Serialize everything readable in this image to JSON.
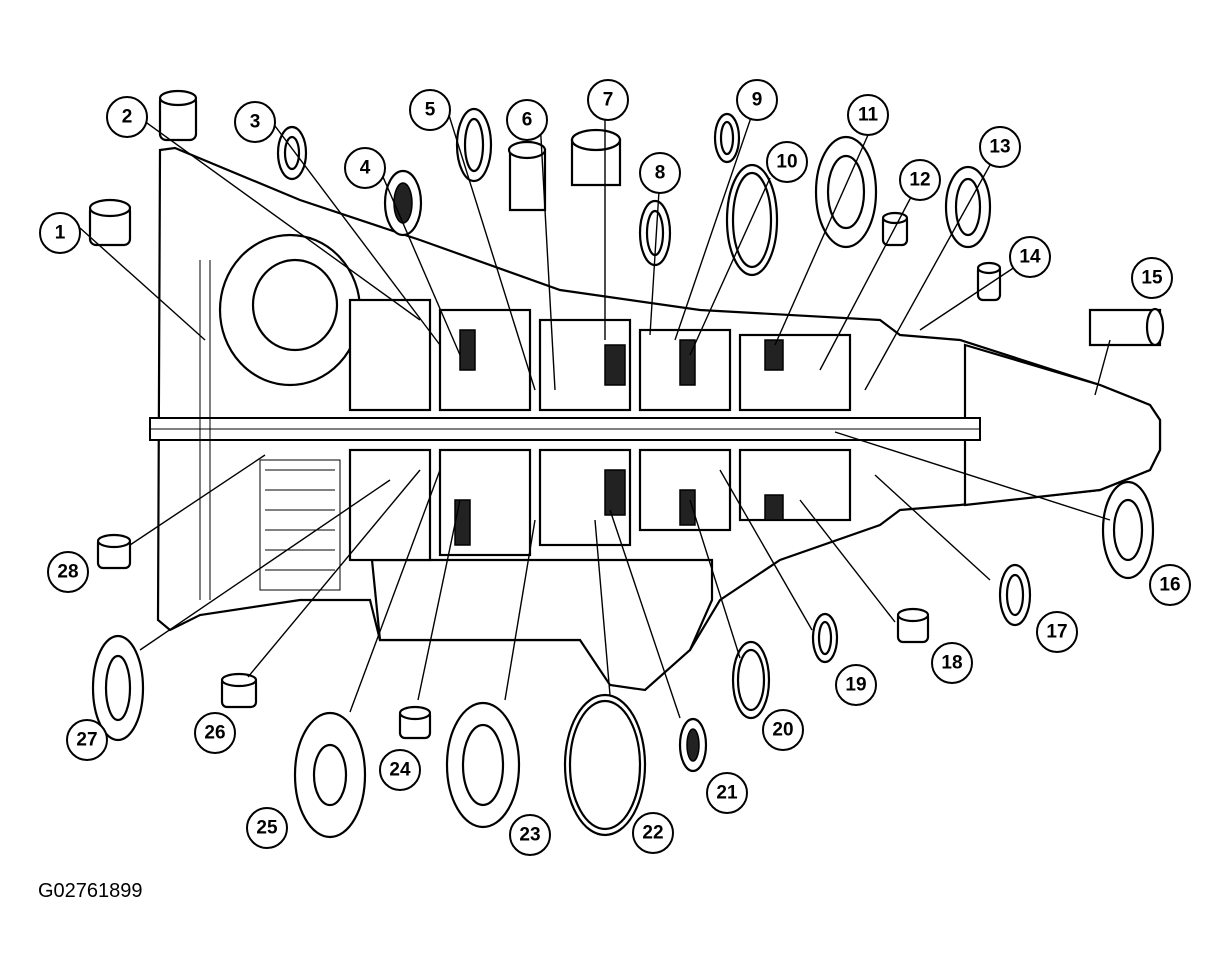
{
  "figure_code": "G02761899",
  "callouts": [
    "1",
    "2",
    "3",
    "4",
    "5",
    "6",
    "7",
    "8",
    "9",
    "10",
    "11",
    "12",
    "13",
    "14",
    "15",
    "16",
    "17",
    "18",
    "19",
    "20",
    "21",
    "22",
    "23",
    "24",
    "25",
    "26",
    "27",
    "28"
  ]
}
